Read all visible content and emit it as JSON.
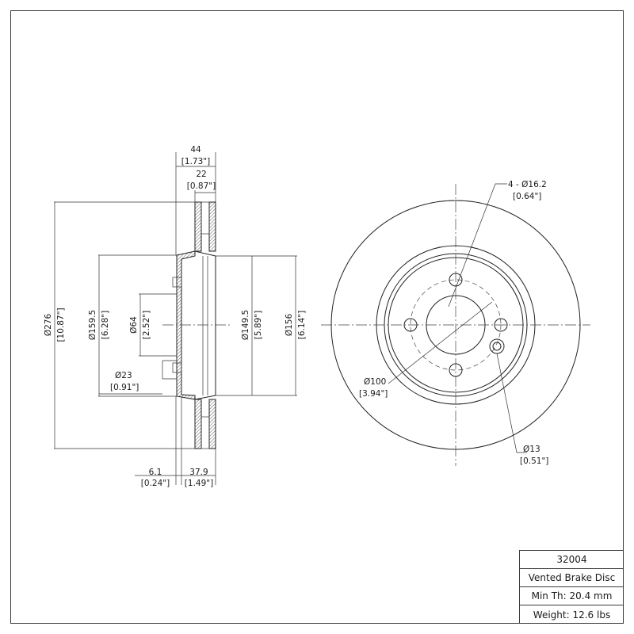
{
  "part": {
    "number": "32004",
    "description": "Vented Brake Disc",
    "min_thickness": "Min Th: 20.4 mm",
    "weight": "Weight: 12.6 lbs"
  },
  "dimensions": {
    "overall_width": {
      "mm": "44",
      "in": "[1.73\"]"
    },
    "vane_width": {
      "mm": "22",
      "in": "[0.87\"]"
    },
    "outer_diameter": {
      "mm": "Ø276",
      "in": "[10.87\"]"
    },
    "hat_diameter": {
      "mm": "Ø159.5",
      "in": "[6.28\"]"
    },
    "center_bore": {
      "mm": "Ø64",
      "in": "[2.52\"]"
    },
    "pilot_hole": {
      "mm": "Ø23",
      "in": "[0.91\"]"
    },
    "inner_face": {
      "mm": "Ø149.5",
      "in": "[5.89\"]"
    },
    "hub_face": {
      "mm": "Ø156",
      "in": "[6.14\"]"
    },
    "hat_thickness": {
      "mm": "6.1",
      "in": "[0.24\"]"
    },
    "hat_height": {
      "mm": "37.9",
      "in": "[1.49\"]"
    },
    "bolt_holes": {
      "mm": "4 - Ø16.2",
      "in": "[0.64\"]"
    },
    "bolt_circle": {
      "mm": "Ø100",
      "in": "[3.94\"]"
    },
    "small_hole": {
      "mm": "Ø13",
      "in": "[0.51\"]"
    }
  }
}
